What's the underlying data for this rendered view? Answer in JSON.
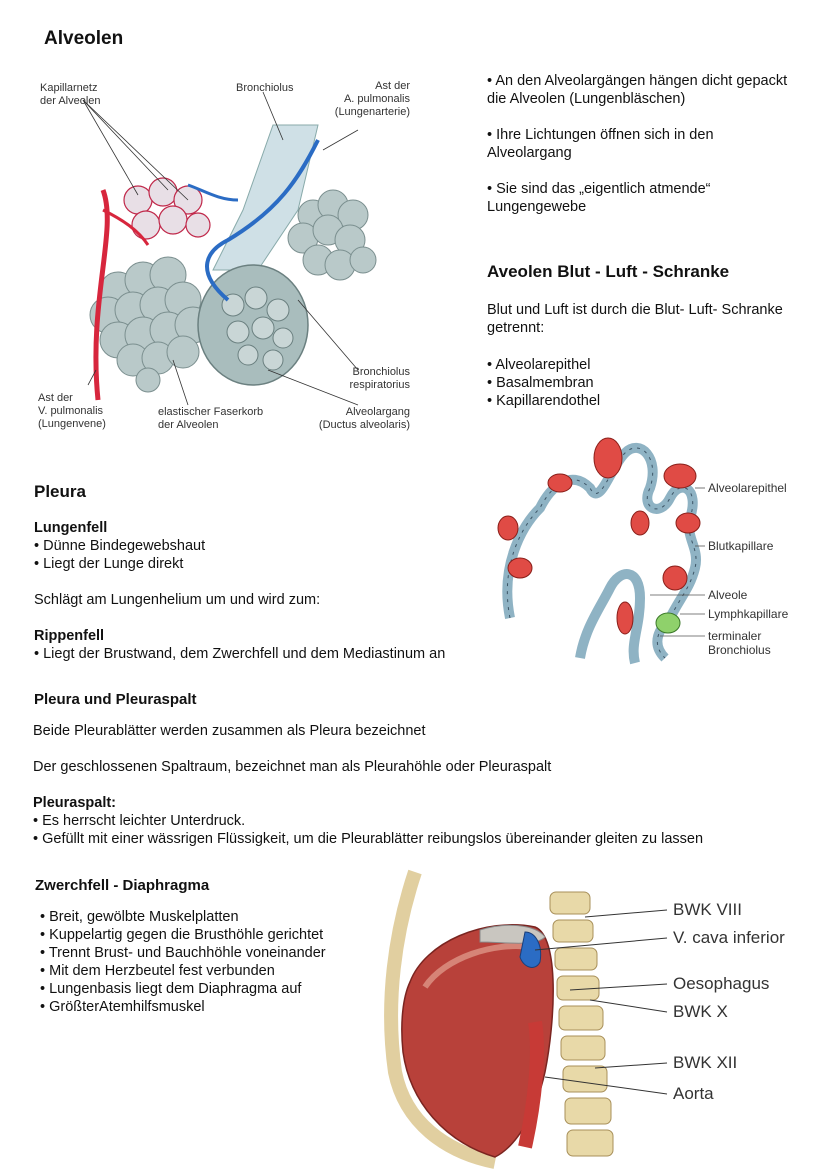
{
  "alveolen": {
    "title": "Alveolen",
    "figure_labels": {
      "kapillarnetz": [
        "Kapillarnetz",
        "der Alveolen"
      ],
      "bronchiolus": "Bronchiolus",
      "ast_arterie": [
        "Ast der",
        "A. pulmonalis",
        "(Lungenarterie)"
      ],
      "bronchiolus_resp": [
        "Bronchiolus",
        "respiratorius"
      ],
      "ast_vene": [
        "Ast der",
        "V. pulmonalis",
        "(Lungenvene)"
      ],
      "faserkorb": [
        "elastischer Faserkorb",
        "der Alveolen"
      ],
      "alveolargang": [
        "Alveolargang",
        "(Ductus alveolaris)"
      ]
    },
    "bullets": [
      [
        "An den Alveolargängen hängen dicht gepackt",
        "die Alveolen (Lungenbläschen)"
      ],
      [
        "Ihre Lichtungen öffnen sich in den",
        "Alveolargang"
      ],
      [
        "Sie sind das „eigentlich atmende“",
        "Lungengewebe"
      ]
    ]
  },
  "schranke": {
    "title": "Aveolen Blut - Luft - Schranke",
    "intro": [
      "Blut und Luft ist durch die Blut- Luft- Schranke",
      "getrennt:"
    ],
    "items": [
      "Alveolarepithel",
      "Basalmembran",
      "Kapillarendothel"
    ],
    "figure_labels": {
      "alveolarepithel": "Alveolarepithel",
      "blutkapillare": "Blutkapillare",
      "alveole": "Alveole",
      "lymphkapillare": "Lymphkapillare",
      "terminaler": [
        "terminaler",
        "Bronchiolus"
      ]
    }
  },
  "pleura": {
    "title": "Pleura",
    "lungenfell_title": "Lungenfell",
    "lungenfell_items": [
      "Dünne Bindegewebshaut",
      "Liegt der Lunge direkt"
    ],
    "transition": "Schlägt am Lungenhelium um und wird zum:",
    "rippenfell_title": "Rippenfell",
    "rippenfell_items": [
      "Liegt der Brustwand, dem Zwerchfell und dem Mediastinum an"
    ]
  },
  "pleuraspalt": {
    "title": "Pleura und Pleuraspalt",
    "p1": "Beide Pleurablätter werden zusammen als Pleura bezeichnet",
    "p2": "Der geschlossenen Spaltraum, bezeichnet man als Pleurahöhle oder Pleuraspalt",
    "sub_title": "Pleuraspalt:",
    "items": [
      "Es herrscht leichter Unterdruck.",
      "Gefüllt mit einer wässrigen Flüssigkeit, um die Pleurablätter reibungslos übereinander gleiten zu lassen"
    ]
  },
  "zwerchfell": {
    "title": "Zwerchfell - Diaphragma",
    "items": [
      "Breit, gewölbte Muskelplatten",
      "Kuppelartig gegen die Brusthöhle gerichtet",
      "Trennt Brust- und Bauchhöhle voneinander",
      "Mit dem Herzbeutel fest verbunden",
      "Lungenbasis liegt dem Diaphragma auf",
      "GrößterAtemhilfsmuskel"
    ],
    "figure_labels": [
      "BWK VIII",
      "V. cava inferior",
      "Oesophagus",
      "BWK X",
      "BWK XII",
      "Aorta"
    ]
  },
  "colors": {
    "artery": "#d7263d",
    "vein": "#2b6cc4",
    "alveolus": "#b9c9c9",
    "muscle": "#b8413a",
    "bone": "#e8d9a8"
  }
}
